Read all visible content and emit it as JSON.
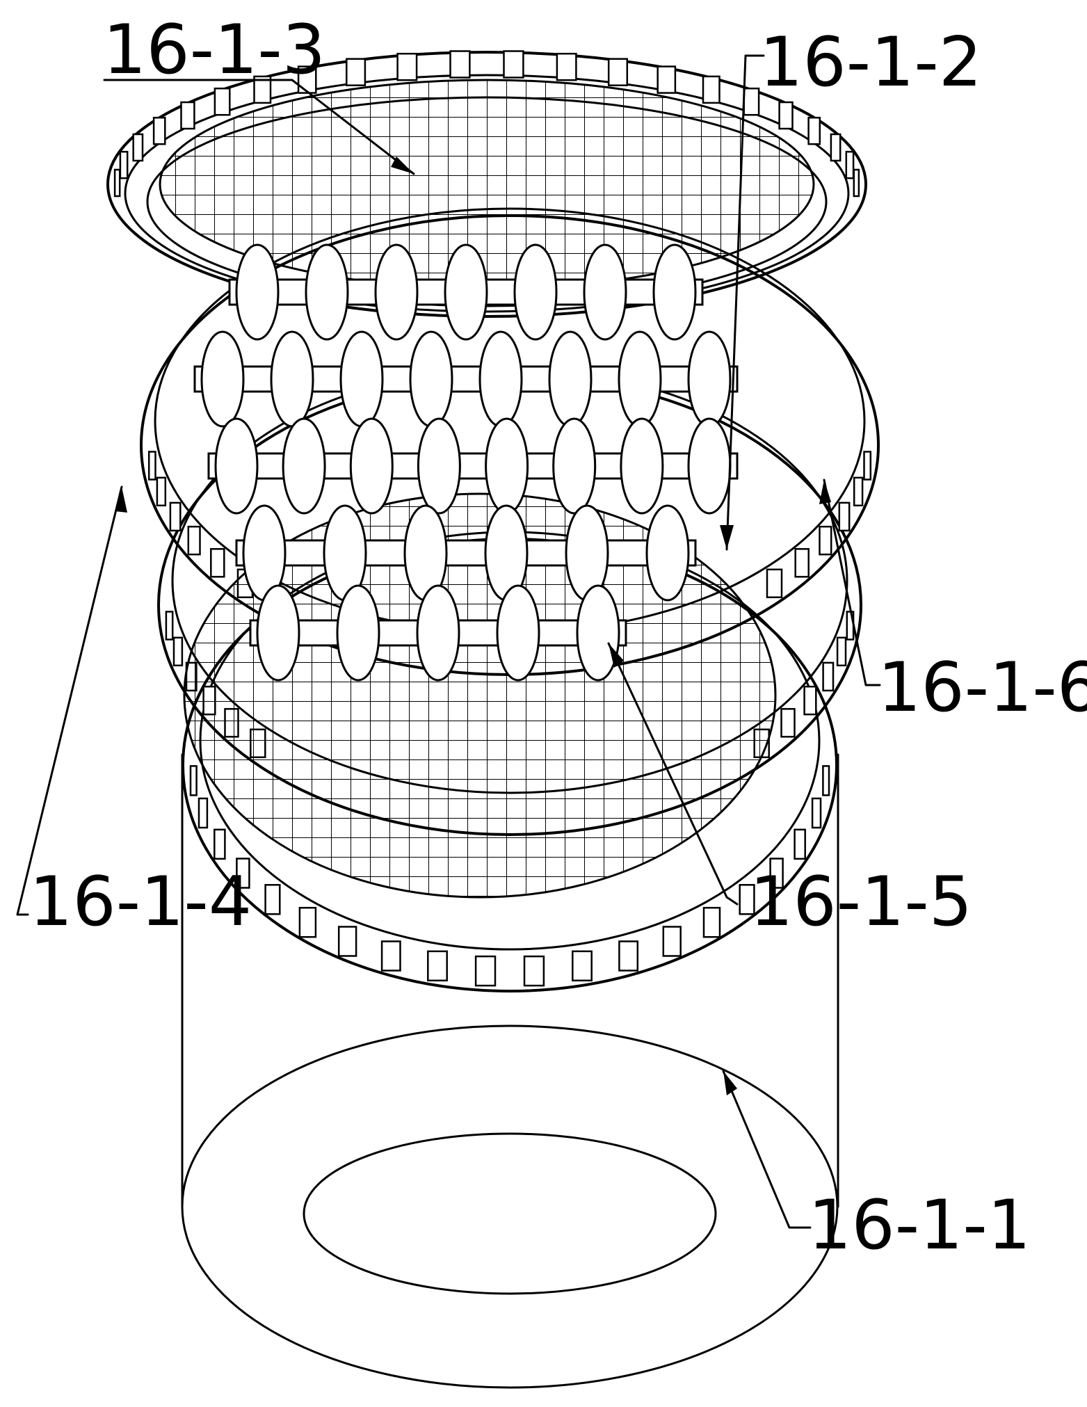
{
  "figure": {
    "labels": {
      "l1": "16-1-1",
      "l2": "16-1-2",
      "l3": "16-1-3",
      "l4": "16-1-4",
      "l5": "16-1-5",
      "l6": "16-1-6"
    }
  },
  "colors": {
    "line": "#000000",
    "background": "#ffffff",
    "fill": "#ffffff"
  }
}
